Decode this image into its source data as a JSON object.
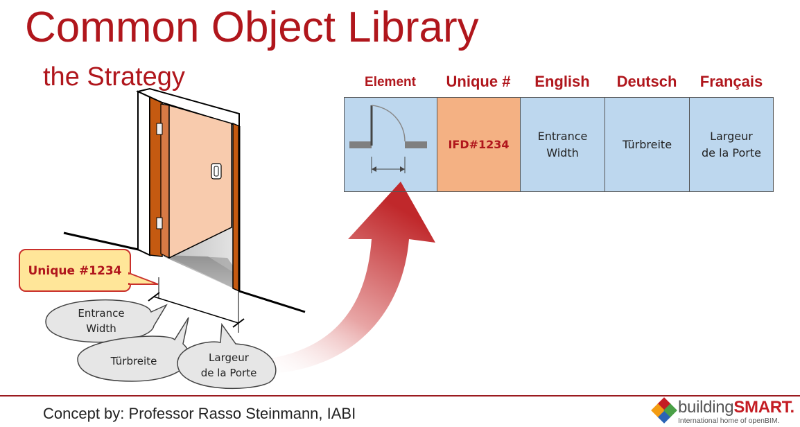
{
  "title": "Common Object Library",
  "subtitle": "the Strategy",
  "table": {
    "headers": {
      "element": "Element",
      "unique": "Unique #",
      "english": "English",
      "deutsch": "Deutsch",
      "francais": "Français"
    },
    "row": {
      "unique": "IFD#1234",
      "english": "Entrance\nWidth",
      "deutsch": "Türbreite",
      "francais": "Largeur\nde la Porte"
    }
  },
  "callout": {
    "label": "Unique #1234"
  },
  "bubbles": {
    "english": "Entrance\nWidth",
    "deutsch": "Türbreite",
    "francais": "Largeur\nde la Porte"
  },
  "footer": {
    "credit": "Concept by: Professor Rasso Steinmann, IABI"
  },
  "logo": {
    "name_plain": "building",
    "name_bold": "SMART",
    "registered": ".",
    "tagline": "International home of openBIM."
  },
  "colors": {
    "accent": "#b0161c",
    "cell_blue": "#bdd7ee",
    "cell_orange": "#f4b183",
    "door_leaf": "#f8cbad",
    "door_frame": "#c55a11",
    "callout_bg": "#ffe699"
  },
  "icons": [
    "door-plan-icon",
    "door-3d-illustration",
    "curved-arrow-icon",
    "buildingsmart-logo-icon"
  ]
}
